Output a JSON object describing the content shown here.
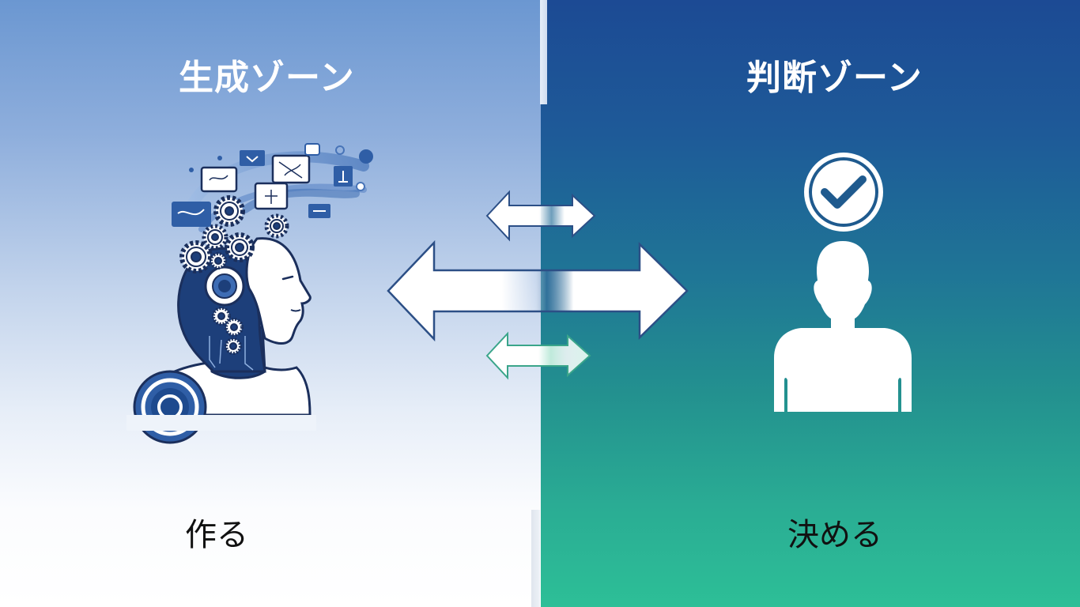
{
  "left_zone": {
    "title": "生成ゾーン",
    "caption": "作る",
    "illustration": "ai-robot-head-with-gears-and-idea-icons",
    "colors": {
      "top": "#6b97d1",
      "bottom": "#ffffff",
      "ink": "#1d3f7a"
    }
  },
  "right_zone": {
    "title": "判断ゾーン",
    "caption": "決める",
    "illustration": "person-silhouette-with-checkmark",
    "colors": {
      "top": "#1c4a94",
      "bottom": "#2dbf97"
    }
  },
  "connector": {
    "description": "three bidirectional arrows crossing the divider",
    "arrows": [
      "small-top-double-arrow",
      "large-center-double-arrow",
      "small-bottom-teal-double-arrow"
    ]
  }
}
